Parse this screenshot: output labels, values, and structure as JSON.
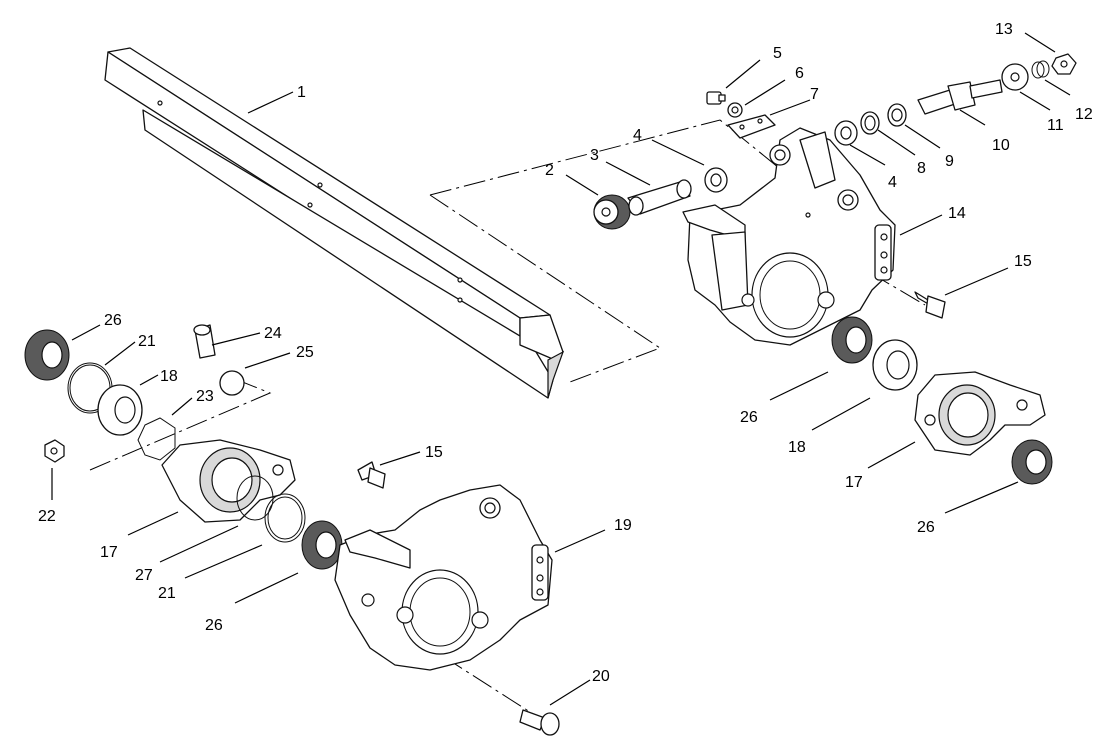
{
  "callouts": {
    "c1": "1",
    "c2": "2",
    "c3": "3",
    "c4a": "4",
    "c4b": "4",
    "c5": "5",
    "c6": "6",
    "c7": "7",
    "c8": "8",
    "c9": "9",
    "c10": "10",
    "c11": "11",
    "c12": "12",
    "c13": "13",
    "c14": "14",
    "c15a": "15",
    "c15b": "15",
    "c17a": "17",
    "c17b": "17",
    "c18a": "18",
    "c18b": "18",
    "c19": "19",
    "c20": "20",
    "c21a": "21",
    "c21b": "21",
    "c22": "22",
    "c23": "23",
    "c24": "24",
    "c25": "25",
    "c26a": "26",
    "c26b": "26",
    "c26c": "26",
    "c26d": "26",
    "c27": "27"
  }
}
